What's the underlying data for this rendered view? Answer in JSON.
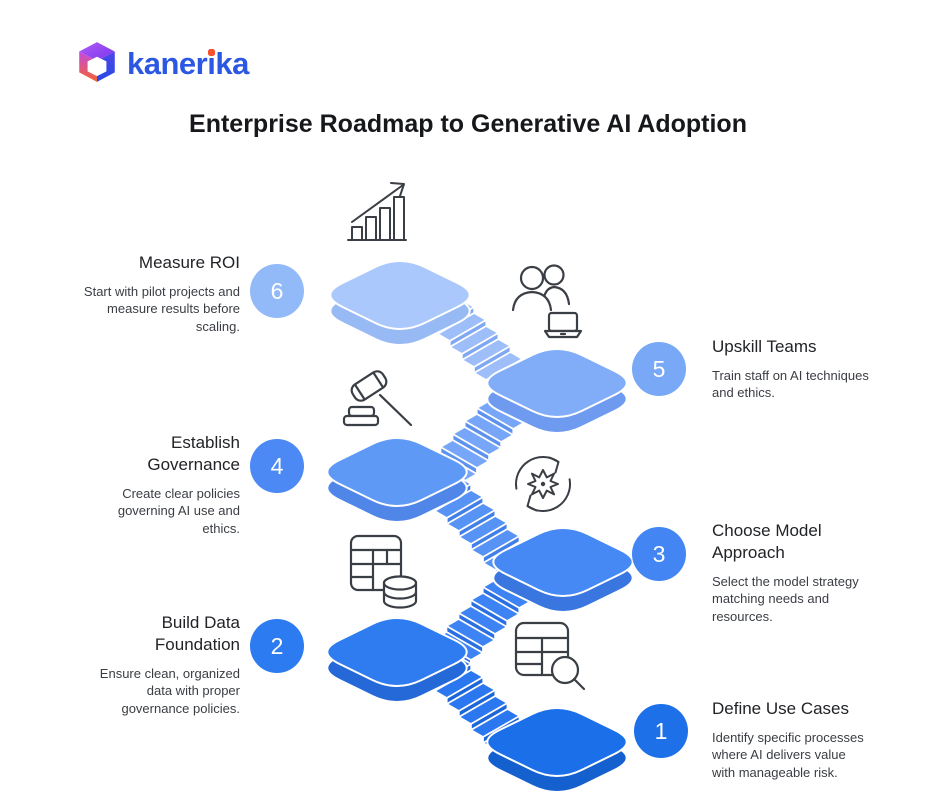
{
  "brand": {
    "name": "kanerika",
    "name_part1": "kaner",
    "name_part2": "ı",
    "name_part3": "ka",
    "color": "#2b57e2",
    "dot_color": "#f4512c"
  },
  "header": {
    "title": "Enterprise Roadmap to Generative AI Adoption"
  },
  "steps": [
    {
      "number": "1",
      "title": "Define Use Cases",
      "description": "Identify specific processes where AI delivers value with manageable risk.",
      "side": "right",
      "icon": "table-search-icon",
      "circle_color": "#1e70e9",
      "platform_top": "#1b6fe9",
      "platform_side": "#1560cf"
    },
    {
      "number": "2",
      "title": "Build Data Foundation",
      "description": "Ensure clean, organized data with proper governance policies.",
      "side": "left",
      "icon": "table-database-icon",
      "circle_color": "#2d7bf0",
      "platform_top": "#2f7cf1",
      "platform_side": "#2569d8"
    },
    {
      "number": "3",
      "title": "Choose Model Approach",
      "description": "Select the model strategy matching needs and resources.",
      "side": "right",
      "icon": "gear-refresh-icon",
      "circle_color": "#4285f3",
      "platform_top": "#4688f4",
      "platform_side": "#3a76e0"
    },
    {
      "number": "4",
      "title": "Establish Governance",
      "description": "Create clear policies governing AI use and ethics.",
      "side": "left",
      "icon": "gavel-icon",
      "circle_color": "#4c89f4",
      "platform_top": "#5f99f6",
      "platform_side": "#4f86e8"
    },
    {
      "number": "5",
      "title": "Upskill Teams",
      "description": "Train staff on AI techniques and ethics.",
      "side": "right",
      "icon": "people-laptop-icon",
      "circle_color": "#79a8f6",
      "platform_top": "#80acf8",
      "platform_side": "#6e9af0"
    },
    {
      "number": "6",
      "title": "Measure ROI",
      "description": "Start with pilot projects and measure results before scaling.",
      "side": "left",
      "icon": "bar-chart-growth-icon",
      "circle_color": "#93baf8",
      "platform_top": "#aac8fb",
      "platform_side": "#97b9f4"
    }
  ],
  "stairs": [
    {
      "from": "6",
      "to": "5",
      "tread": "#9dbef9",
      "riser": "#7fa8f2"
    },
    {
      "from": "5",
      "to": "4",
      "tread": "#77a5f7",
      "riser": "#5e92ef"
    },
    {
      "from": "4",
      "to": "3",
      "tread": "#5792f5",
      "riser": "#417fe9"
    },
    {
      "from": "3",
      "to": "2",
      "tread": "#3d83f3",
      "riser": "#2b70e2"
    },
    {
      "from": "2",
      "to": "1",
      "tread": "#2a77f0",
      "riser": "#1b66d9"
    }
  ]
}
